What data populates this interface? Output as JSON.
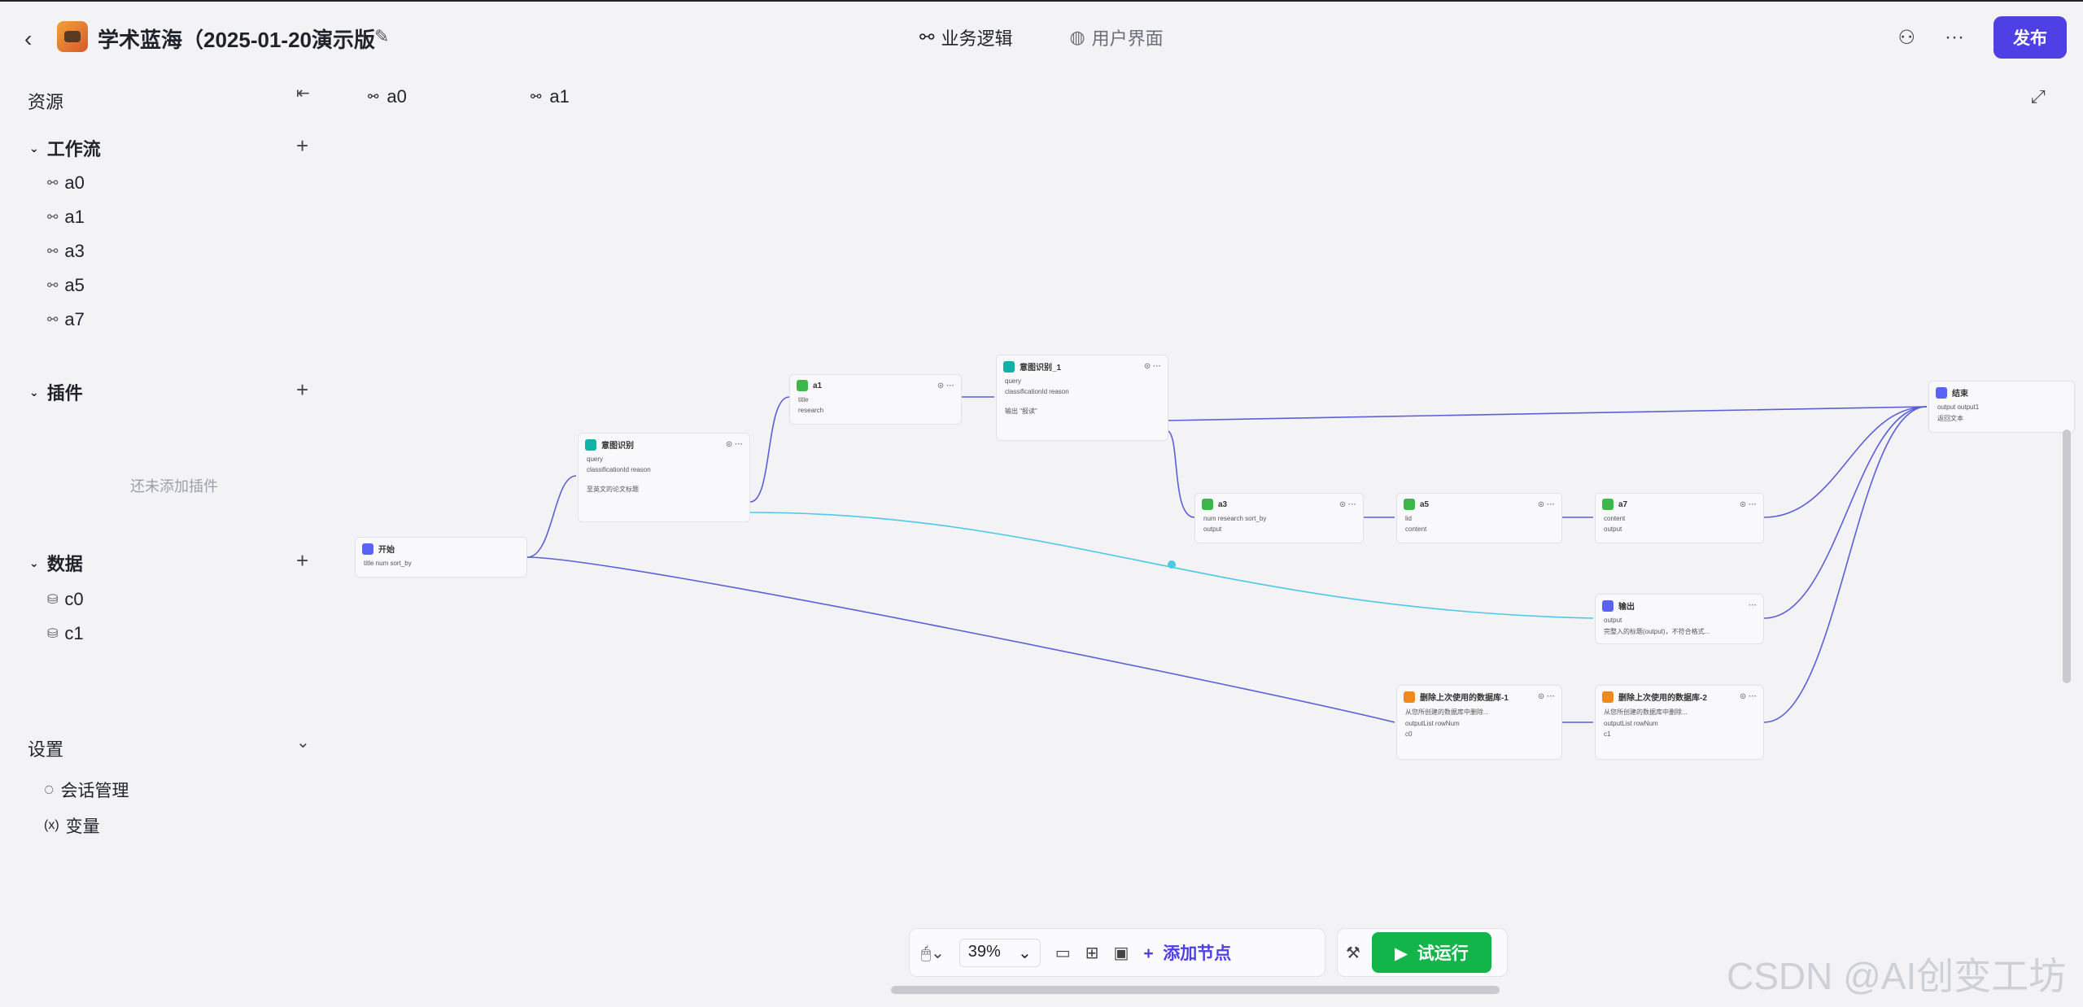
{
  "header": {
    "title": "学术蓝海（2025-01-20演示版",
    "tabs": [
      {
        "label": "业务逻辑",
        "icon": "workflow-icon"
      },
      {
        "label": "用户界面",
        "icon": "palette-icon"
      }
    ],
    "more": "···",
    "publish_label": "发布"
  },
  "sidebar": {
    "resources_label": "资源",
    "workflow_label": "工作流",
    "workflows": [
      "a0",
      "a1",
      "a3",
      "a5",
      "a7"
    ],
    "plugins_label": "插件",
    "plugins_empty": "还未添加插件",
    "data_label": "数据",
    "data_items": [
      "c0",
      "c1"
    ],
    "settings_label": "设置",
    "settings_items": [
      {
        "label": "会话管理",
        "icon": "chat-settings-icon"
      },
      {
        "label": "变量",
        "icon": "variable-icon"
      }
    ]
  },
  "canvas": {
    "tabs": [
      "a0",
      "a1"
    ]
  },
  "nodes": {
    "start": {
      "title": "开始",
      "rows": [
        "title  num  sort_by"
      ]
    },
    "intent": {
      "title": "意图识别",
      "rows": [
        "query",
        "classificationId  reason",
        "至英文的论文标题"
      ]
    },
    "a1": {
      "title": "a1",
      "rows": [
        "title",
        "research"
      ]
    },
    "intent1": {
      "title": "意图识别_1",
      "rows": [
        "query",
        "classificationId  reason",
        "输出 \"报读\""
      ]
    },
    "end": {
      "title": "结束",
      "rows": [
        "output  output1",
        "返回文本"
      ]
    },
    "a3": {
      "title": "a3",
      "rows": [
        "num  research  sort_by",
        "output"
      ]
    },
    "a5": {
      "title": "a5",
      "rows": [
        "lid",
        "content"
      ]
    },
    "a7": {
      "title": "a7",
      "rows": [
        "content",
        "output"
      ]
    },
    "out": {
      "title": "输出",
      "rows": [
        "output",
        "完整入的标题(output)，不符合格式..."
      ]
    },
    "del1": {
      "title": "删除上次使用的数据库-1",
      "rows": [
        "从您所创建的数据库中删除...",
        "outputList  rowNum",
        "c0"
      ]
    },
    "del2": {
      "title": "删除上次使用的数据库-2",
      "rows": [
        "从您所创建的数据库中删除...",
        "outputList  rowNum",
        "c1"
      ]
    }
  },
  "toolbar": {
    "zoom": "39%",
    "add_node": "添加节点",
    "run": "试运行"
  },
  "watermark": "CSDN @AI创变工坊"
}
